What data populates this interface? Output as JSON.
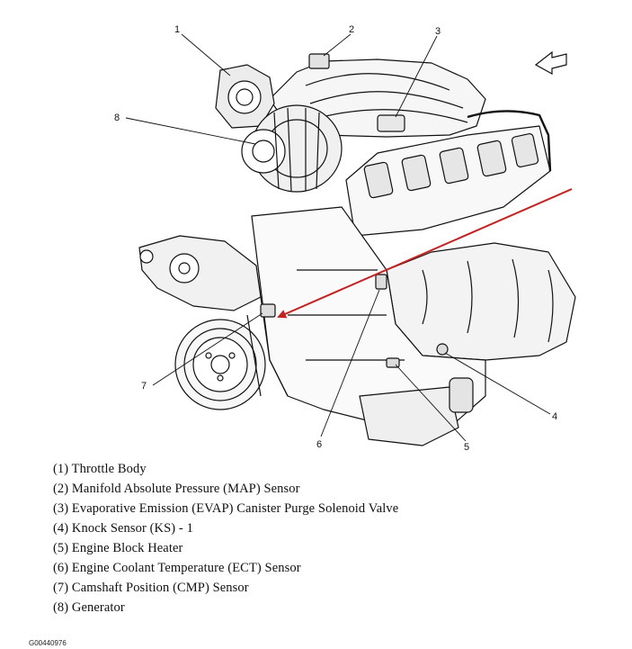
{
  "callouts": [
    {
      "id": "1",
      "label": "1"
    },
    {
      "id": "2",
      "label": "2"
    },
    {
      "id": "3",
      "label": "3"
    },
    {
      "id": "4",
      "label": "4"
    },
    {
      "id": "5",
      "label": "5"
    },
    {
      "id": "6",
      "label": "6"
    },
    {
      "id": "7",
      "label": "7"
    },
    {
      "id": "8",
      "label": "8"
    }
  ],
  "legend": [
    "(1) Throttle Body",
    "(2) Manifold Absolute Pressure (MAP) Sensor",
    "(3) Evaporative Emission (EVAP) Canister Purge Solenoid Valve",
    "(4) Knock Sensor (KS) - 1",
    "(5) Engine Block Heater",
    "(6) Engine Coolant Temperature (ECT) Sensor",
    "(7) Camshaft Position (CMP) Sensor",
    "(8) Generator"
  ],
  "figure_code": "G00440976",
  "colors": {
    "line": "#111111",
    "highlight_arrow": "#c8201e",
    "background": "#ffffff"
  },
  "icons": {
    "direction_arrow": "front-direction-arrow-icon",
    "highlight_arrow": "red-pointer-arrow-icon"
  }
}
